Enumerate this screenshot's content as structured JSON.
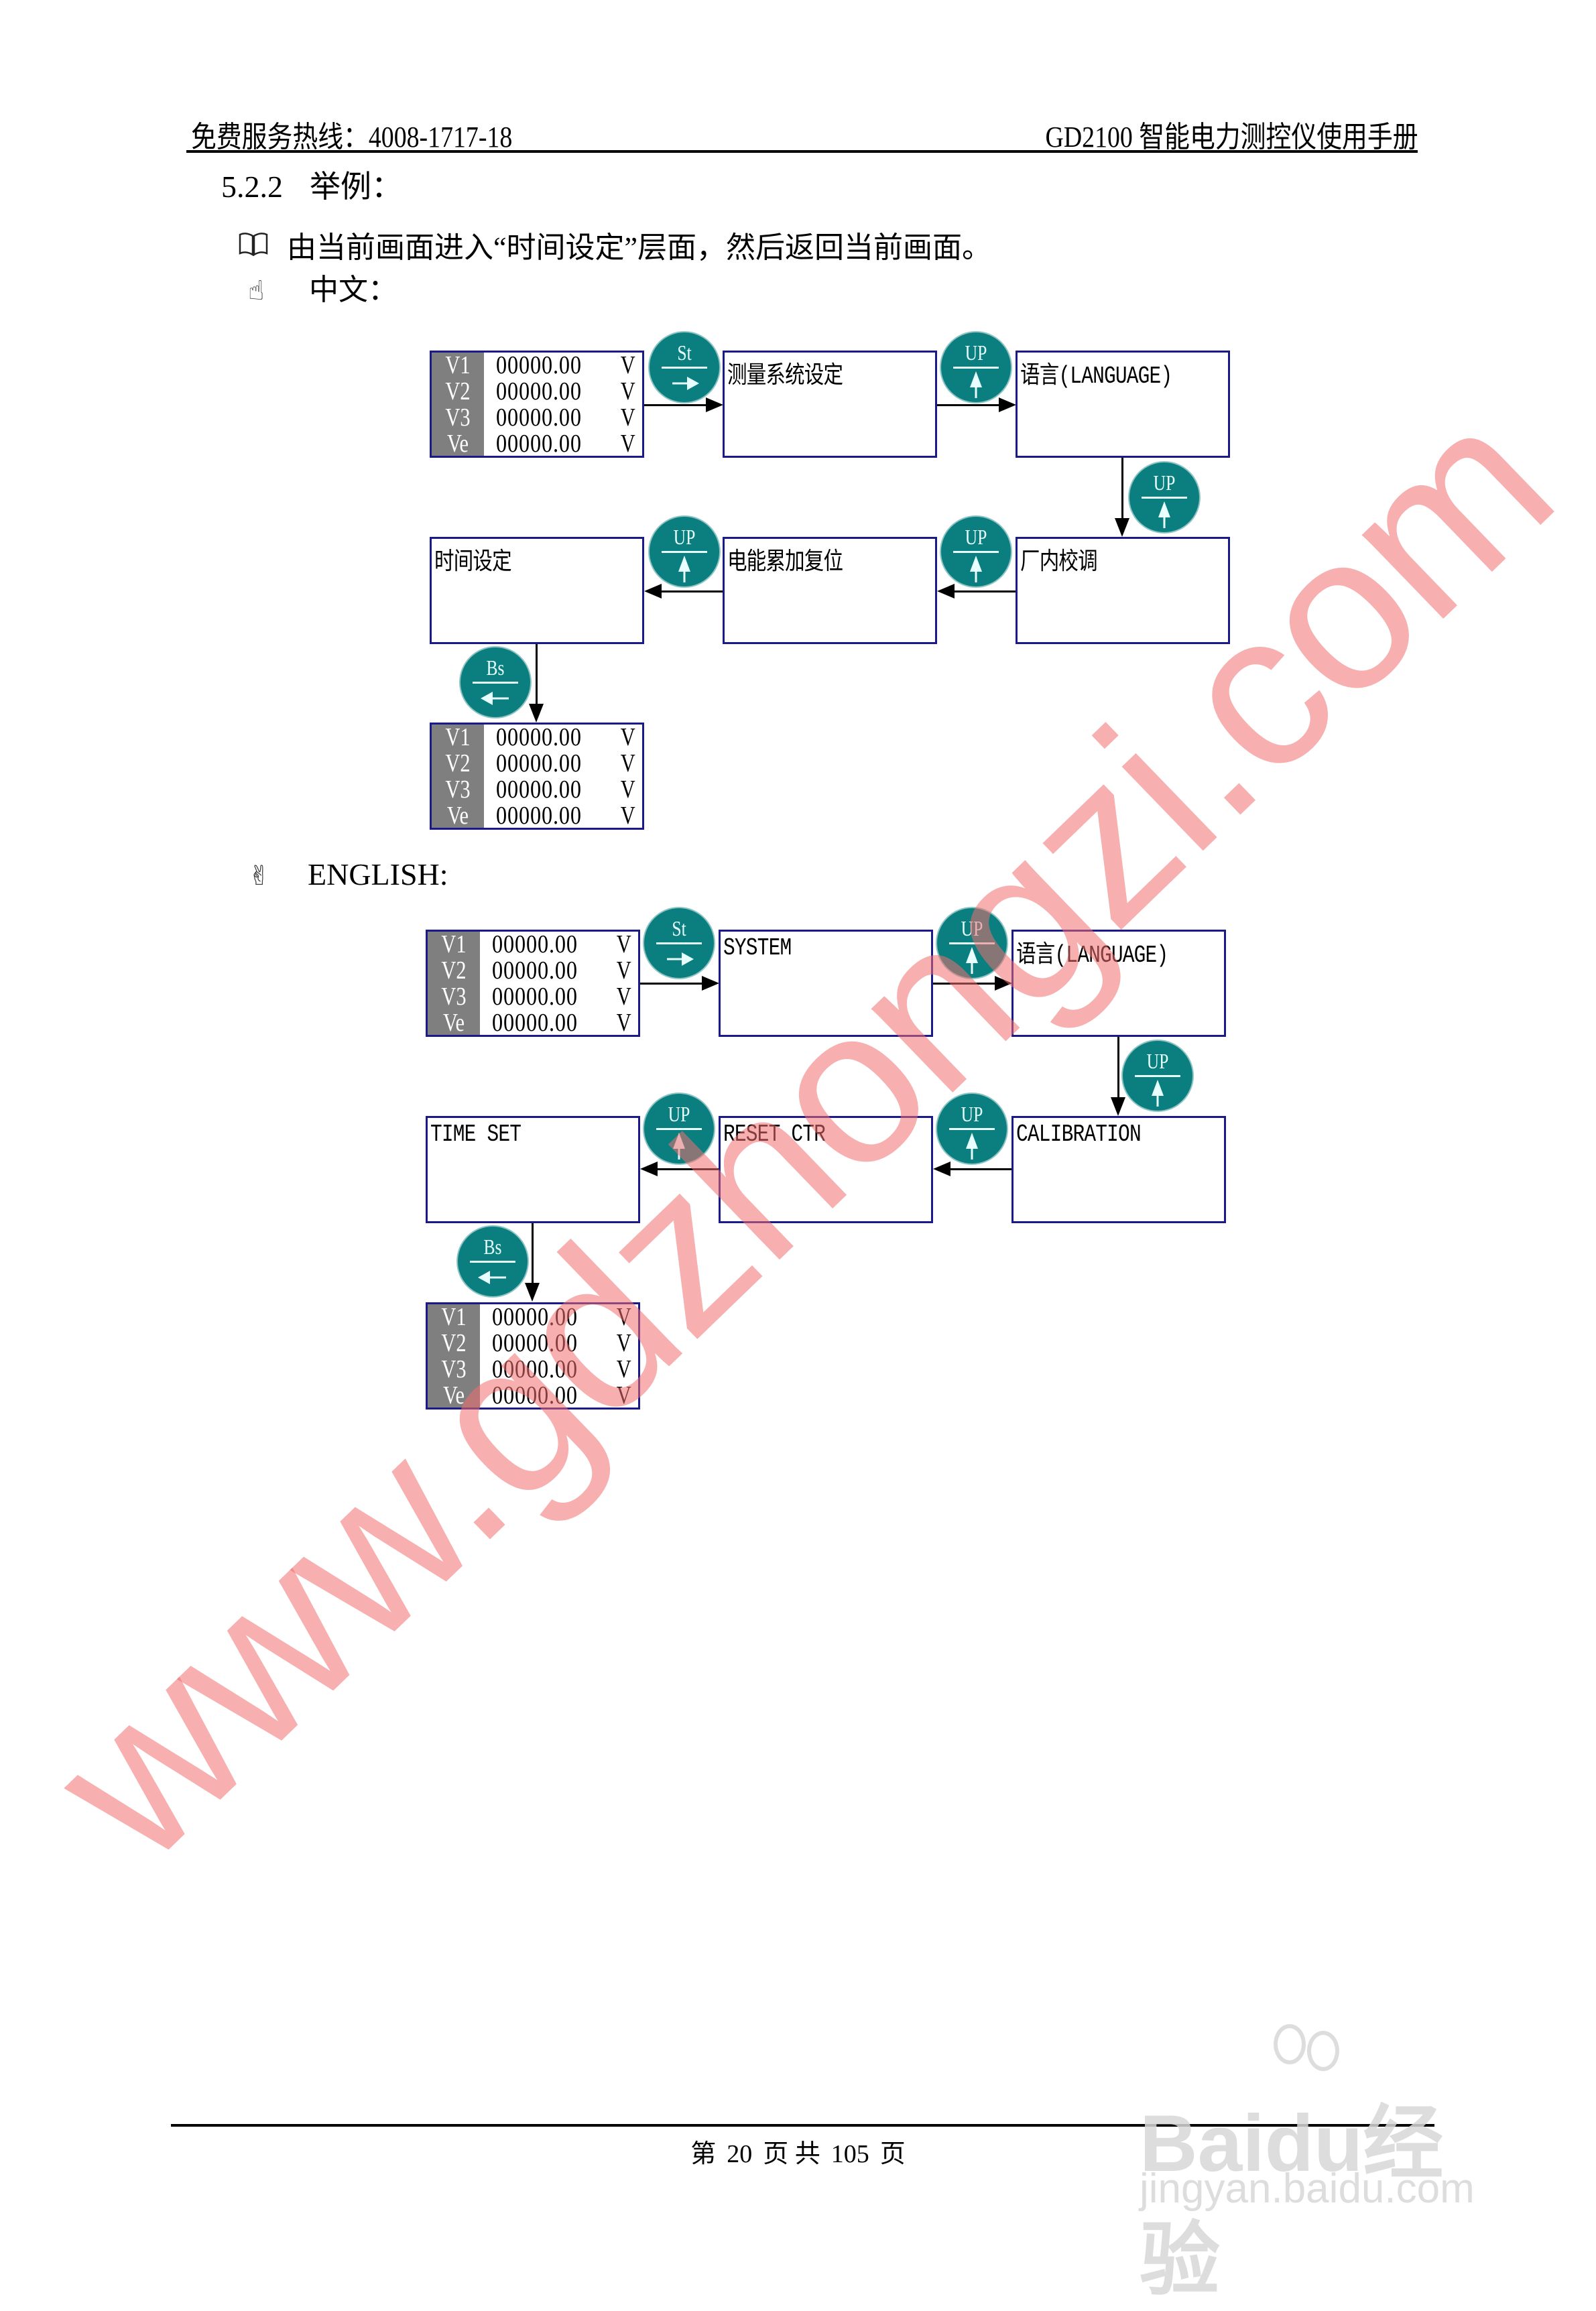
{
  "header": {
    "hotline": "免费服务热线：4008-1717-18",
    "manual_title": "GD2100 智能电力测控仪使用手册"
  },
  "section": {
    "number": "5.2.2",
    "title": "举例："
  },
  "intro": {
    "icon": "book-icon",
    "text": "由当前画面进入“时间设定”层面，然后返回当前画面。"
  },
  "chinese_label": {
    "icon": "pointing-hand-icon",
    "text": "中文："
  },
  "english_label": {
    "icon": "victory-hand-icon",
    "text": "ENGLISH:"
  },
  "voltage_display": {
    "rows": [
      {
        "key": "V1",
        "value": "00000.00",
        "unit": "V"
      },
      {
        "key": "V2",
        "value": "00000.00",
        "unit": "V"
      },
      {
        "key": "V3",
        "value": "00000.00",
        "unit": "V"
      },
      {
        "key": "Ve",
        "value": "00000.00",
        "unit": "V"
      }
    ]
  },
  "keys": {
    "st": {
      "label": "St",
      "arrow": "right"
    },
    "up": {
      "label": "UP",
      "arrow": "up"
    },
    "bs": {
      "label": "Bs",
      "arrow": "left"
    }
  },
  "diagram_cn": {
    "screens": [
      "测量系统设定",
      "语言(LANGUAGE)",
      "厂内校调",
      "电能累加复位",
      "时间设定"
    ]
  },
  "diagram_en": {
    "screens": [
      "SYSTEM",
      "语言(LANGUAGE)",
      "CALIBRATION",
      "RESET CTR",
      "TIME SET"
    ]
  },
  "footer": {
    "page_prefix": "第",
    "page_current": "20",
    "page_mid": "页 共",
    "page_total": "105",
    "page_suffix": "页"
  },
  "watermarks": {
    "diagonal": "www.gdzhongzi.com",
    "baidu_logo": "Baidu经验",
    "baidu_url": "jingyan.baidu.com"
  },
  "colors": {
    "key_fill": "#0b7f7f",
    "box_border": "#1a1a8c",
    "label_column": "#7f7f7f",
    "watermark": "#f06e6e"
  }
}
